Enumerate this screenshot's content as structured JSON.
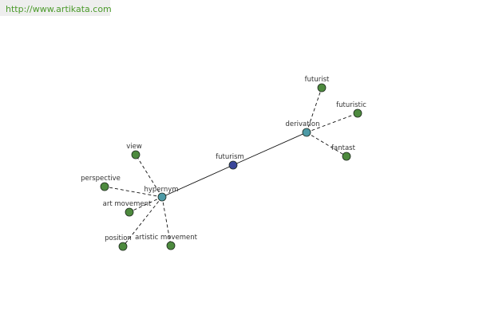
{
  "site": {
    "url_text": "http://www.artikata.com"
  },
  "colors": {
    "root_node": "#3a4699",
    "relation_node": "#4d9aa6",
    "leaf_node": "#4d8a3e",
    "node_stroke": "#1e2a1e",
    "edge": "#111111",
    "link_text": "#4a9a2a"
  },
  "graph": {
    "root": {
      "id": "futurism",
      "label": "futurism"
    },
    "relations": [
      {
        "id": "derivation",
        "label": "derivation"
      },
      {
        "id": "hypernym",
        "label": "hypernym"
      }
    ],
    "leaves": [
      {
        "id": "futurist",
        "label": "futurist",
        "relation": "derivation"
      },
      {
        "id": "futuristic",
        "label": "futuristic",
        "relation": "derivation"
      },
      {
        "id": "fantast",
        "label": "fantast",
        "relation": "derivation"
      },
      {
        "id": "view",
        "label": "view",
        "relation": "hypernym"
      },
      {
        "id": "perspective",
        "label": "perspective",
        "relation": "hypernym"
      },
      {
        "id": "art-movement",
        "label": "art movement",
        "relation": "hypernym"
      },
      {
        "id": "position",
        "label": "position",
        "relation": "hypernym"
      },
      {
        "id": "artistic-movement",
        "label": "artistic movement",
        "relation": "hypernym"
      }
    ]
  }
}
